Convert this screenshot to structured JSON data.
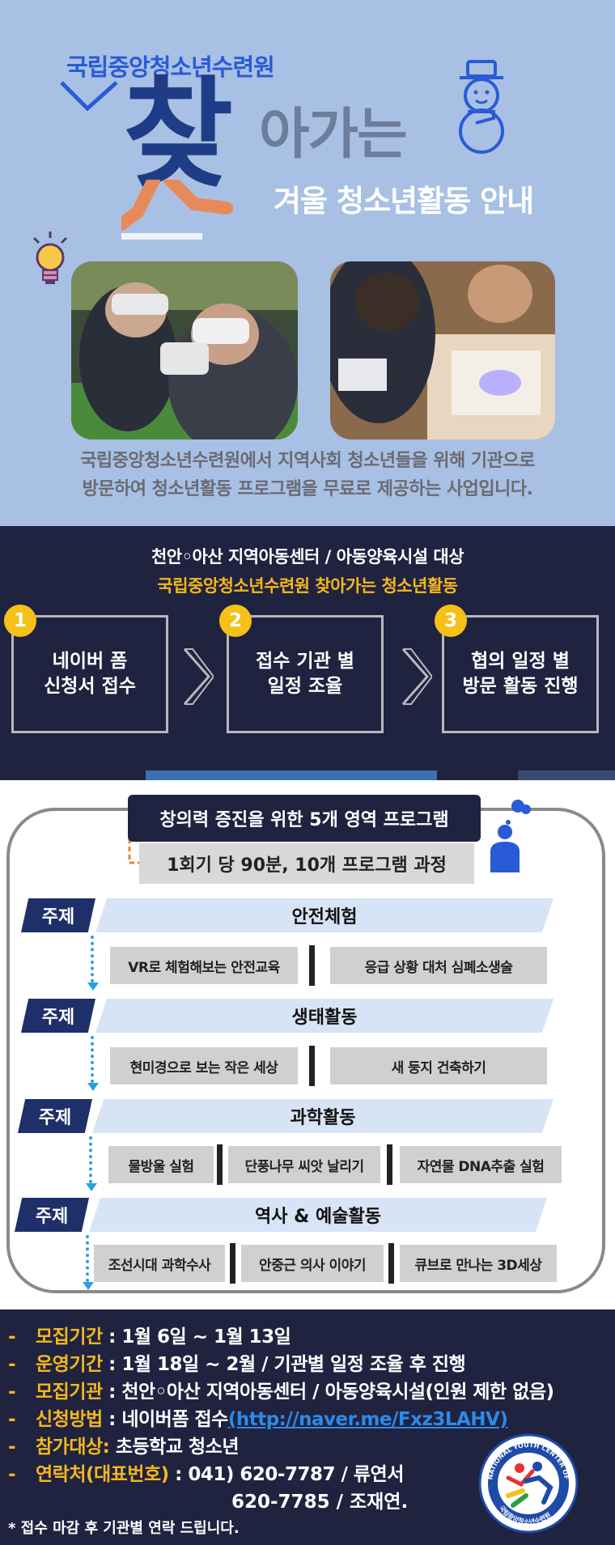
{
  "hero": {
    "org_title": "국립중앙청소년수련원",
    "big_char": "찾",
    "sub_text": "아가는",
    "winter_title": "겨울 청소년활동 안내",
    "intro_line1": "국립중앙청소년수련원에서 지역사회 청소년들을 위해 기관으로",
    "intro_line2": "방문하여  청소년활동 프로그램을 무료로 제공하는 사업입니다."
  },
  "process": {
    "line1": "천안◦아산 지역아동센터 / 아동양육시설 대상",
    "line2": "국립중앙청소년수련원 찾아가는 청소년활동",
    "steps": [
      {
        "num": "1",
        "text": "네이버 폼\n신청서 접수"
      },
      {
        "num": "2",
        "text": "접수 기관 별\n일정 조율"
      },
      {
        "num": "3",
        "text": "협의 일정 별\n방문 활동 진행"
      }
    ]
  },
  "programs": {
    "header": "창의력 증진을 위한 5개 영역 프로그램",
    "subheader": "1회기 당 90분, 10개 프로그램 과정",
    "themes": [
      {
        "tag": "주제",
        "title": "안전체험",
        "activities": [
          "VR로 체험해보는 안전교육",
          "응급 상황 대처 심폐소생술"
        ]
      },
      {
        "tag": "주제",
        "title": "생태활동",
        "activities": [
          "현미경으로 보는 작은 세상",
          "새 둥지 건축하기"
        ]
      },
      {
        "tag": "주제",
        "title": "과학활동",
        "activities": [
          "물방울 실험",
          "단풍나무 씨앗 날리기",
          "자연물 DNA추출 실험"
        ]
      },
      {
        "tag": "주제",
        "title": "역사 & 예술활동",
        "activities": [
          "조선시대 과학수사",
          "안중근 의사 이야기",
          "큐브로 만나는 3D세상"
        ]
      }
    ]
  },
  "info": {
    "dash": "-",
    "recruit_label": "모집기간",
    "recruit_value": " : 1월 6일 ~ 1월 13일",
    "operate_label": "운영기간",
    "operate_value": " : 1월 18일 ~ 2월  / 기관별 일정 조율 후 진행",
    "target_org_label": "모집기관",
    "target_org_value": " : 천안◦아산 지역아동센터 / 아동양육시설(인원 제한 없음)",
    "apply_label": "신청방법",
    "apply_value": " : 네이버폼 접수",
    "apply_link": "(http://naver.me/Fxz3LAHV)",
    "participant_label": "참가대상:",
    "participant_value": " 초등학교 청소년",
    "contact_label": "연락처(대표번호)",
    "contact_value": " : 041) 620-7787 / 류연서",
    "contact_value2": "620-7785 / 조재연.",
    "footnote": "* 접수 마감 후 기관별 연락 드립니다.",
    "logo_text": "NATIONAL YOUTH CENTER OF KOREA",
    "logo_korean": "국립중앙청소년수련원"
  }
}
